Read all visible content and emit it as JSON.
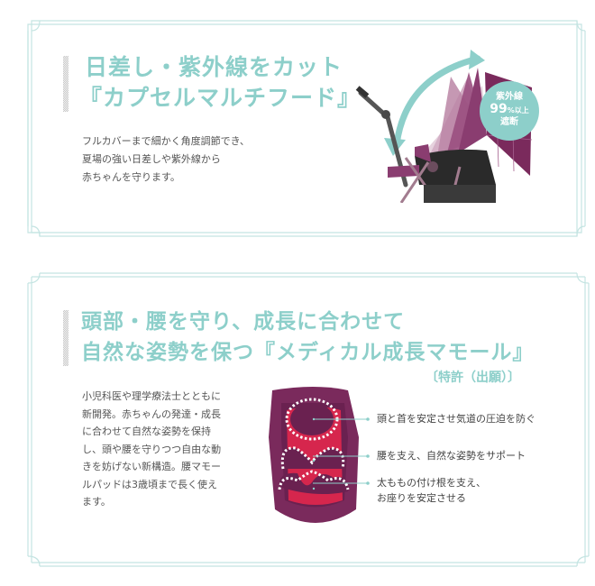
{
  "theme": {
    "accent": "#8dcfca",
    "frame": "#c4e4e2",
    "text": "#555555",
    "purple": "#7a2a5c",
    "red": "#d6264d"
  },
  "section1": {
    "title_lines": [
      "日差し・紫外線をカット",
      "『カプセルマルチフード』"
    ],
    "body_lines": [
      "フルカバーまで細かく角度調節でき、",
      "夏場の強い日差しや紫外線から",
      "赤ちゃんを守ります。"
    ],
    "badge": {
      "line1": "紫外線",
      "value": "99",
      "unit": "%以上",
      "line3": "遮断"
    },
    "image": {
      "label": "stroller-with-hood-illustration"
    }
  },
  "section2": {
    "title_lines": [
      "頭部・腰を守り、成長に合わせて",
      "自然な姿勢を保つ『メディカル成長マモール』"
    ],
    "patent": "〔特許（出願）〕",
    "body_lines": [
      "小児科医や理学療法士とともに",
      "新開発。赤ちゃんの発達・成長",
      "に合わせて自然な姿勢を保持",
      "し、頭や腰を守りつつ自由な動",
      "きを妨げない新構造。腰マモー",
      "ルパッドは3歳頃まで長く使え",
      "ます。"
    ],
    "callouts": [
      {
        "lines": [
          "頭と首を安定させ気道の圧迫を防ぐ"
        ]
      },
      {
        "lines": [
          "腰を支え、自然な姿勢をサポート"
        ]
      },
      {
        "lines": [
          "太ももの付け根を支え、",
          "お座りを安定させる"
        ]
      }
    ],
    "image": {
      "label": "seat-cushion-illustration"
    }
  }
}
